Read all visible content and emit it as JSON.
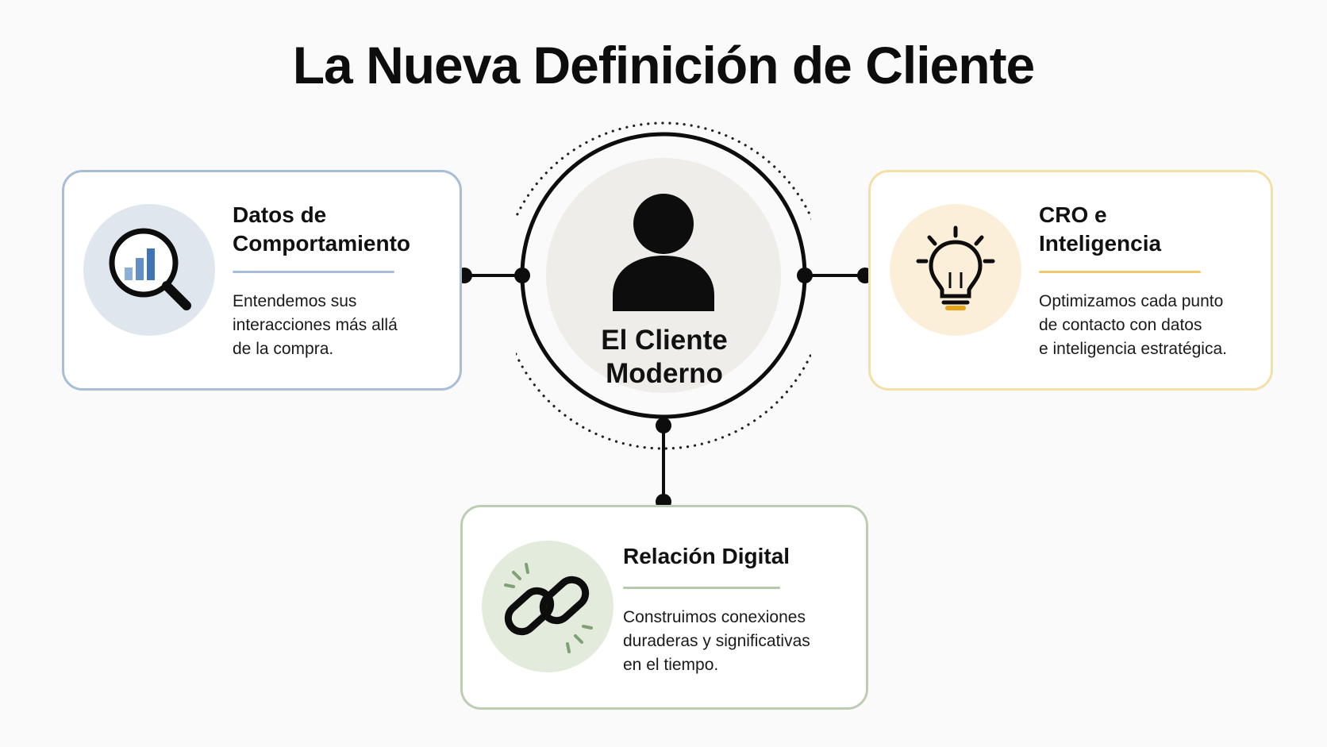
{
  "title": "La Nueva Definición de Cliente",
  "center": {
    "label_line1": "El Cliente",
    "label_line2": "Moderno",
    "icon": "user-icon"
  },
  "cards": [
    {
      "id": "behavior",
      "title_line1": "Datos de",
      "title_line2": "Comportamiento",
      "desc_line1": "Entendemos sus",
      "desc_line2": "interacciones más allá",
      "desc_line3": "de la compra.",
      "icon": "magnifier-chart-icon",
      "accent": "#a8bdd6"
    },
    {
      "id": "cro",
      "title_line1": "CRO e",
      "title_line2": "Inteligencia",
      "desc_line1": "Optimizamos cada punto",
      "desc_line2": "de contacto con datos",
      "desc_line3": "e inteligencia estratégica.",
      "icon": "lightbulb-icon",
      "accent": "#f0c86e"
    },
    {
      "id": "digital",
      "title_line1": "Relación Digital",
      "desc_line1": "Construimos conexiones",
      "desc_line2": "duraderas y significativas",
      "desc_line3": "en el tiempo.",
      "icon": "link-icon",
      "accent": "#b7c9ad"
    }
  ]
}
